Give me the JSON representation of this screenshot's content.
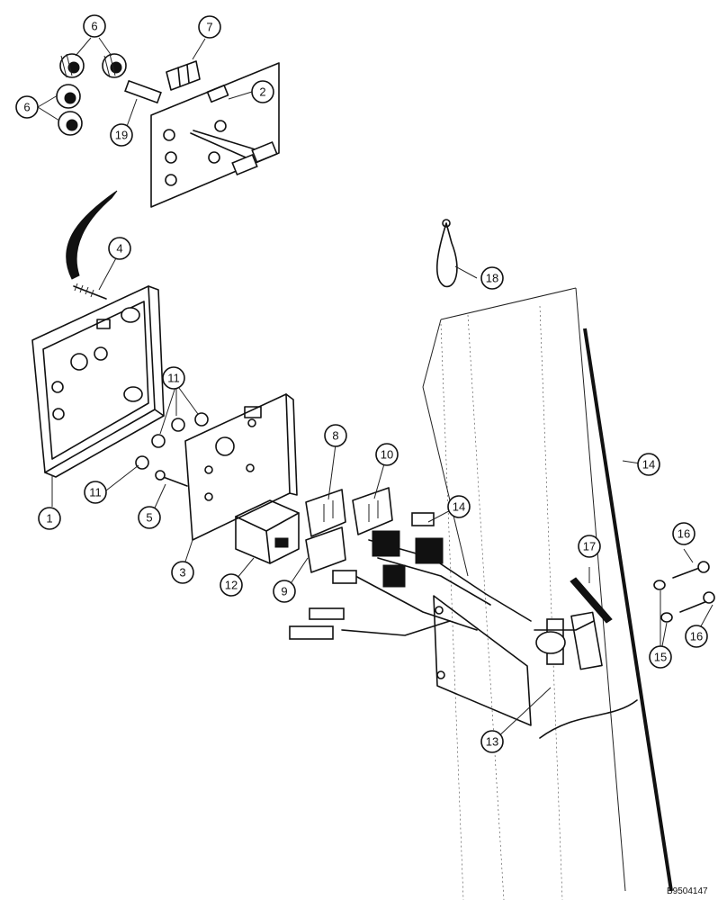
{
  "drawing_number": "B9504147",
  "callouts": [
    {
      "id": "c6a",
      "label": "6"
    },
    {
      "id": "c7",
      "label": "7"
    },
    {
      "id": "c6b",
      "label": "6"
    },
    {
      "id": "c2",
      "label": "2"
    },
    {
      "id": "c19",
      "label": "19"
    },
    {
      "id": "c4",
      "label": "4"
    },
    {
      "id": "c18",
      "label": "18"
    },
    {
      "id": "c11a",
      "label": "11"
    },
    {
      "id": "c8",
      "label": "8"
    },
    {
      "id": "c10",
      "label": "10"
    },
    {
      "id": "c14a",
      "label": "14"
    },
    {
      "id": "c14b",
      "label": "14"
    },
    {
      "id": "c11b",
      "label": "11"
    },
    {
      "id": "c1",
      "label": "1"
    },
    {
      "id": "c5",
      "label": "5"
    },
    {
      "id": "c16a",
      "label": "16"
    },
    {
      "id": "c17",
      "label": "17"
    },
    {
      "id": "c3",
      "label": "3"
    },
    {
      "id": "c12",
      "label": "12"
    },
    {
      "id": "c9",
      "label": "9"
    },
    {
      "id": "c15",
      "label": "15"
    },
    {
      "id": "c16b",
      "label": "16"
    },
    {
      "id": "c13",
      "label": "13"
    }
  ]
}
